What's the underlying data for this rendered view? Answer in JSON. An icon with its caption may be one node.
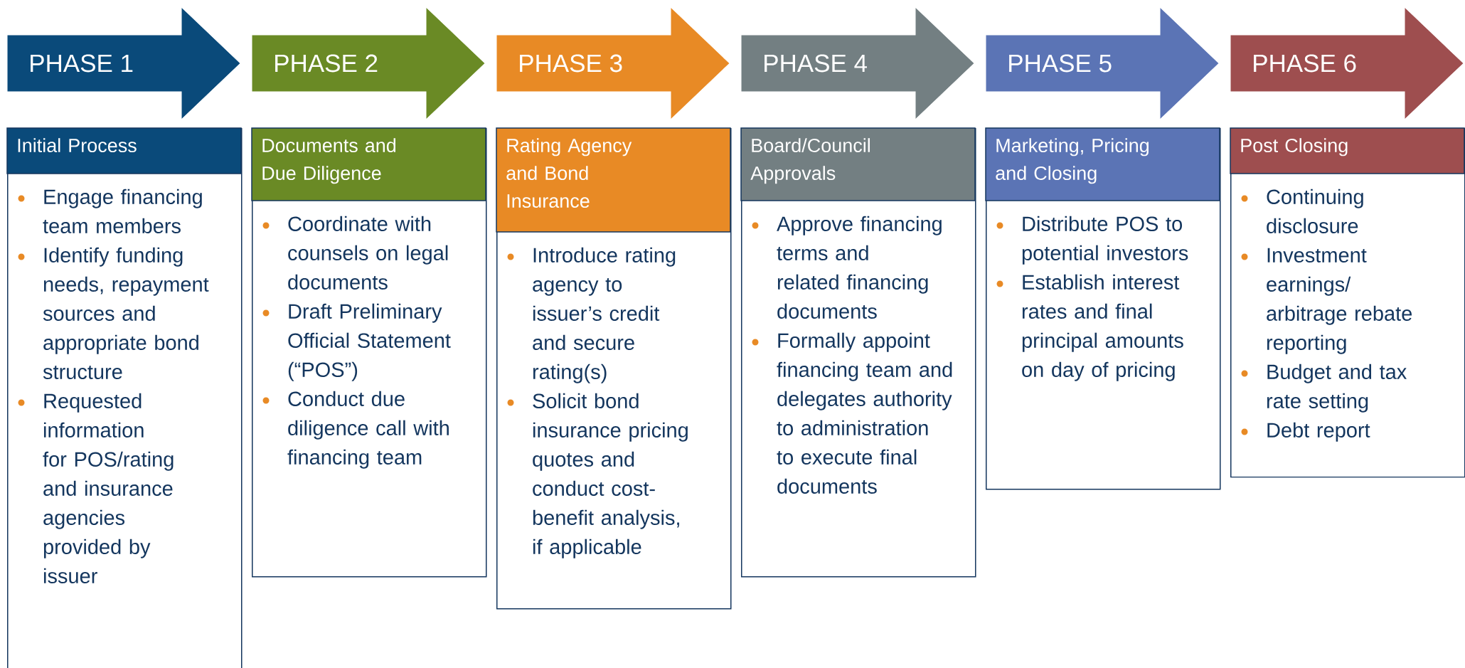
{
  "diagram": {
    "nodes": [
      {
        "text": [
          "PHASE 1"
        ]
      },
      {
        "text": [
          "PHASE 2"
        ]
      },
      {
        "text": [
          "PHASE 3"
        ]
      },
      {
        "text": [
          "PHASE 4"
        ]
      },
      {
        "text": [
          "PHASE 5"
        ]
      },
      {
        "text": [
          "PHASE 6"
        ]
      },
      {
        "text": [
          "Initial Process",
          "Engage financing team members",
          "Identify funding needs, repayment sources and appropriate bond structure",
          "Requested information for POS/rating and insurance agencies provided by issuer"
        ]
      },
      {
        "text": [
          "Documents and Due Diligence",
          "Coordinate with counsels on legal documents",
          "Draft Preliminary Official Statement (“POS”)",
          "Conduct due diligence call with financing team"
        ]
      },
      {
        "text": [
          "Rating Agency and Bond Insurance",
          "Introduce rating agency to issuer’s credit and secure rating(s)",
          "Solicit bond insurance pricing quotes and conduct cost-benefit analysis, if applicable"
        ]
      },
      {
        "text": [
          "Board/Council Approvals",
          "Approve financing terms and related financing documents",
          "Formally appoint financing team and delegates authority to administration to execute final documents"
        ]
      },
      {
        "text": [
          "Marketing, Pricing and Closing",
          "Distribute POS to potential investors",
          "Establish interest rates and final principal amounts on day of pricing"
        ]
      },
      {
        "text": [
          "Post Closing",
          "Continuing disclosure",
          "Investment earnings/ arbitrage rebate reporting",
          "Budget and tax rate setting",
          "Debt report"
        ]
      }
    ]
  }
}
